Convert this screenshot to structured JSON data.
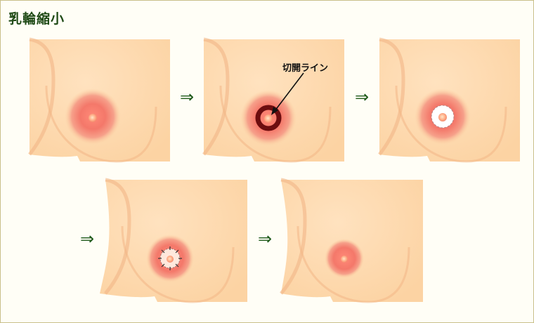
{
  "title": "乳輪縮小",
  "arrow_symbol": "⇒",
  "incision_label": "切開ライン",
  "colors": {
    "skin": "#fcd3a3",
    "skin_edge": "#f2b687",
    "areola_outer": "#f5a086",
    "areola_inner": "#f4786a",
    "nipple": "#ffb28a",
    "incision_ring": "#6c0d0f",
    "arrow_green": "#1f5a1a",
    "title_green": "#1f4a16"
  },
  "steps": [
    {
      "name": "before"
    },
    {
      "name": "incision-line"
    },
    {
      "name": "excision"
    },
    {
      "name": "suture"
    },
    {
      "name": "after"
    }
  ]
}
